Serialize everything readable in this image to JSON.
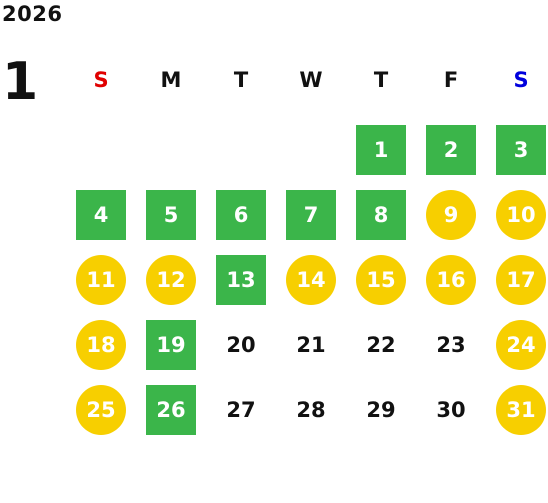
{
  "header": {
    "year": "2026",
    "month": "1"
  },
  "colors": {
    "green": "#3bb54a",
    "yellow": "#f7cf00",
    "sunday": "#e00000",
    "saturday": "#0000dd",
    "text": "#111111"
  },
  "weekdays": [
    {
      "label": "S",
      "color": "#e00000"
    },
    {
      "label": "M",
      "color": "#111111"
    },
    {
      "label": "T",
      "color": "#111111"
    },
    {
      "label": "W",
      "color": "#111111"
    },
    {
      "label": "T",
      "color": "#111111"
    },
    {
      "label": "F",
      "color": "#111111"
    },
    {
      "label": "S",
      "color": "#0000dd"
    }
  ],
  "days": [
    {
      "day": "1",
      "style": "square"
    },
    {
      "day": "2",
      "style": "square"
    },
    {
      "day": "3",
      "style": "square"
    },
    {
      "day": "4",
      "style": "square"
    },
    {
      "day": "5",
      "style": "square"
    },
    {
      "day": "6",
      "style": "square"
    },
    {
      "day": "7",
      "style": "square"
    },
    {
      "day": "8",
      "style": "square"
    },
    {
      "day": "9",
      "style": "circle"
    },
    {
      "day": "10",
      "style": "circle"
    },
    {
      "day": "11",
      "style": "circle"
    },
    {
      "day": "12",
      "style": "circle"
    },
    {
      "day": "13",
      "style": "square"
    },
    {
      "day": "14",
      "style": "circle"
    },
    {
      "day": "15",
      "style": "circle"
    },
    {
      "day": "16",
      "style": "circle"
    },
    {
      "day": "17",
      "style": "circle"
    },
    {
      "day": "18",
      "style": "circle"
    },
    {
      "day": "19",
      "style": "square"
    },
    {
      "day": "20",
      "style": "plain"
    },
    {
      "day": "21",
      "style": "plain"
    },
    {
      "day": "22",
      "style": "plain"
    },
    {
      "day": "23",
      "style": "plain"
    },
    {
      "day": "24",
      "style": "circle"
    },
    {
      "day": "25",
      "style": "circle"
    },
    {
      "day": "26",
      "style": "square"
    },
    {
      "day": "27",
      "style": "plain"
    },
    {
      "day": "28",
      "style": "plain"
    },
    {
      "day": "29",
      "style": "plain"
    },
    {
      "day": "30",
      "style": "plain"
    },
    {
      "day": "31",
      "style": "circle"
    }
  ],
  "first_weekday_index": 4
}
